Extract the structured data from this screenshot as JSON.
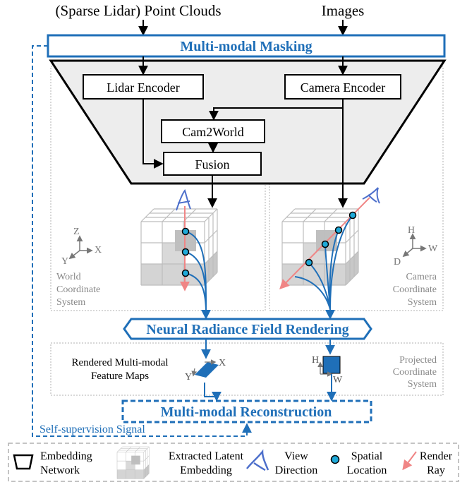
{
  "inputs": {
    "point_clouds": "(Sparse Lidar) Point Clouds",
    "images": "Images"
  },
  "masking": {
    "label": "Multi-modal Masking"
  },
  "encoders": {
    "lidar": "Lidar Encoder",
    "camera": "Camera Encoder",
    "cam2world": "Cam2World",
    "fusion": "Fusion"
  },
  "world_axes": {
    "z": "Z",
    "x": "X",
    "y": "Y"
  },
  "world_system": {
    "line1": "World",
    "line2": "Coordinate",
    "line3": "System"
  },
  "camera_axes": {
    "h": "H",
    "w": "W",
    "d": "D"
  },
  "camera_system": {
    "line1": "Camera",
    "line2": "Coordinate",
    "line3": "System"
  },
  "rendering": {
    "label": "Neural Radiance Field Rendering"
  },
  "feature_maps": {
    "line1": "Rendered Multi-modal",
    "line2": "Feature Maps"
  },
  "plane_axes": {
    "x": "X",
    "y": "Y"
  },
  "square_axes": {
    "h": "H",
    "w": "W"
  },
  "projected_system": {
    "line1": "Projected",
    "line2": "Coordinate",
    "line3": "System"
  },
  "reconstruction": {
    "label": "Multi-modal Reconstruction"
  },
  "supervision": {
    "label": "Self-supervision Signal"
  },
  "legend": {
    "embedding_network": {
      "line1": "Embedding",
      "line2": "Network"
    },
    "latent_embedding": {
      "line1": "Extracted Latent",
      "line2": "Embedding"
    },
    "view_direction": {
      "line1": "View",
      "line2": "Direction"
    },
    "spatial_location": {
      "line1": "Spatial",
      "line2": "Location"
    },
    "render_ray": {
      "line1": "Render",
      "line2": "Ray"
    }
  },
  "colors": {
    "accent_blue": "#1F6FB8",
    "view_blue": "#4D6FCB",
    "ray_pink": "#F08585",
    "point_fill": "#1FA9D8",
    "trapezoid_fill": "#EDEDED",
    "panel_border": "#B0B0B0"
  }
}
